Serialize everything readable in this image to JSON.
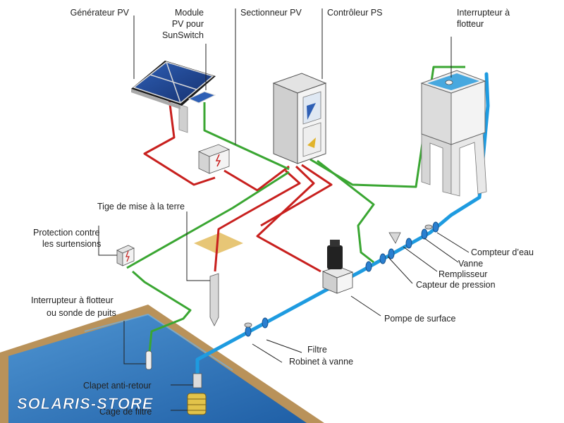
{
  "labels": {
    "generateur_pv": "Générateur PV",
    "module_line1": "Module",
    "module_line2": "PV pour",
    "module_line3": "SunSwitch",
    "sectionneur_pv": "Sectionneur PV",
    "controleur_ps": "Contrôleur PS",
    "interrupteur_line1": "Interrupteur à",
    "interrupteur_line2": "flotteur",
    "tige_terre": "Tige de mise à la terre",
    "protection_line1": "Protection contre",
    "protection_line2": "les surtensions",
    "compteur_eau": "Compteur d’eau",
    "vanne": "Vanne",
    "remplisseur": "Remplisseur",
    "capteur_pression": "Capteur de pression",
    "pompe_surface": "Pompe de surface",
    "sonde_line1": "Interrupteur à flotteur",
    "sonde_line2": "ou sonde de puits",
    "filtre": "Filtre",
    "robinet_vanne": "Robinet à vanne",
    "clapet": "Clapet anti-retour",
    "cage_filtre": "Cage de filtre"
  },
  "brand": {
    "text": "SOLARIS-STORE"
  },
  "colors": {
    "water_pipe": "#1e9be0",
    "red_cable": "#c8201e",
    "green_cable": "#3aa632",
    "panel": "#1d3f8f",
    "pool": "#2b74b8",
    "pool_rim": "#b9925a",
    "cabinet": "#f2f2f2"
  }
}
